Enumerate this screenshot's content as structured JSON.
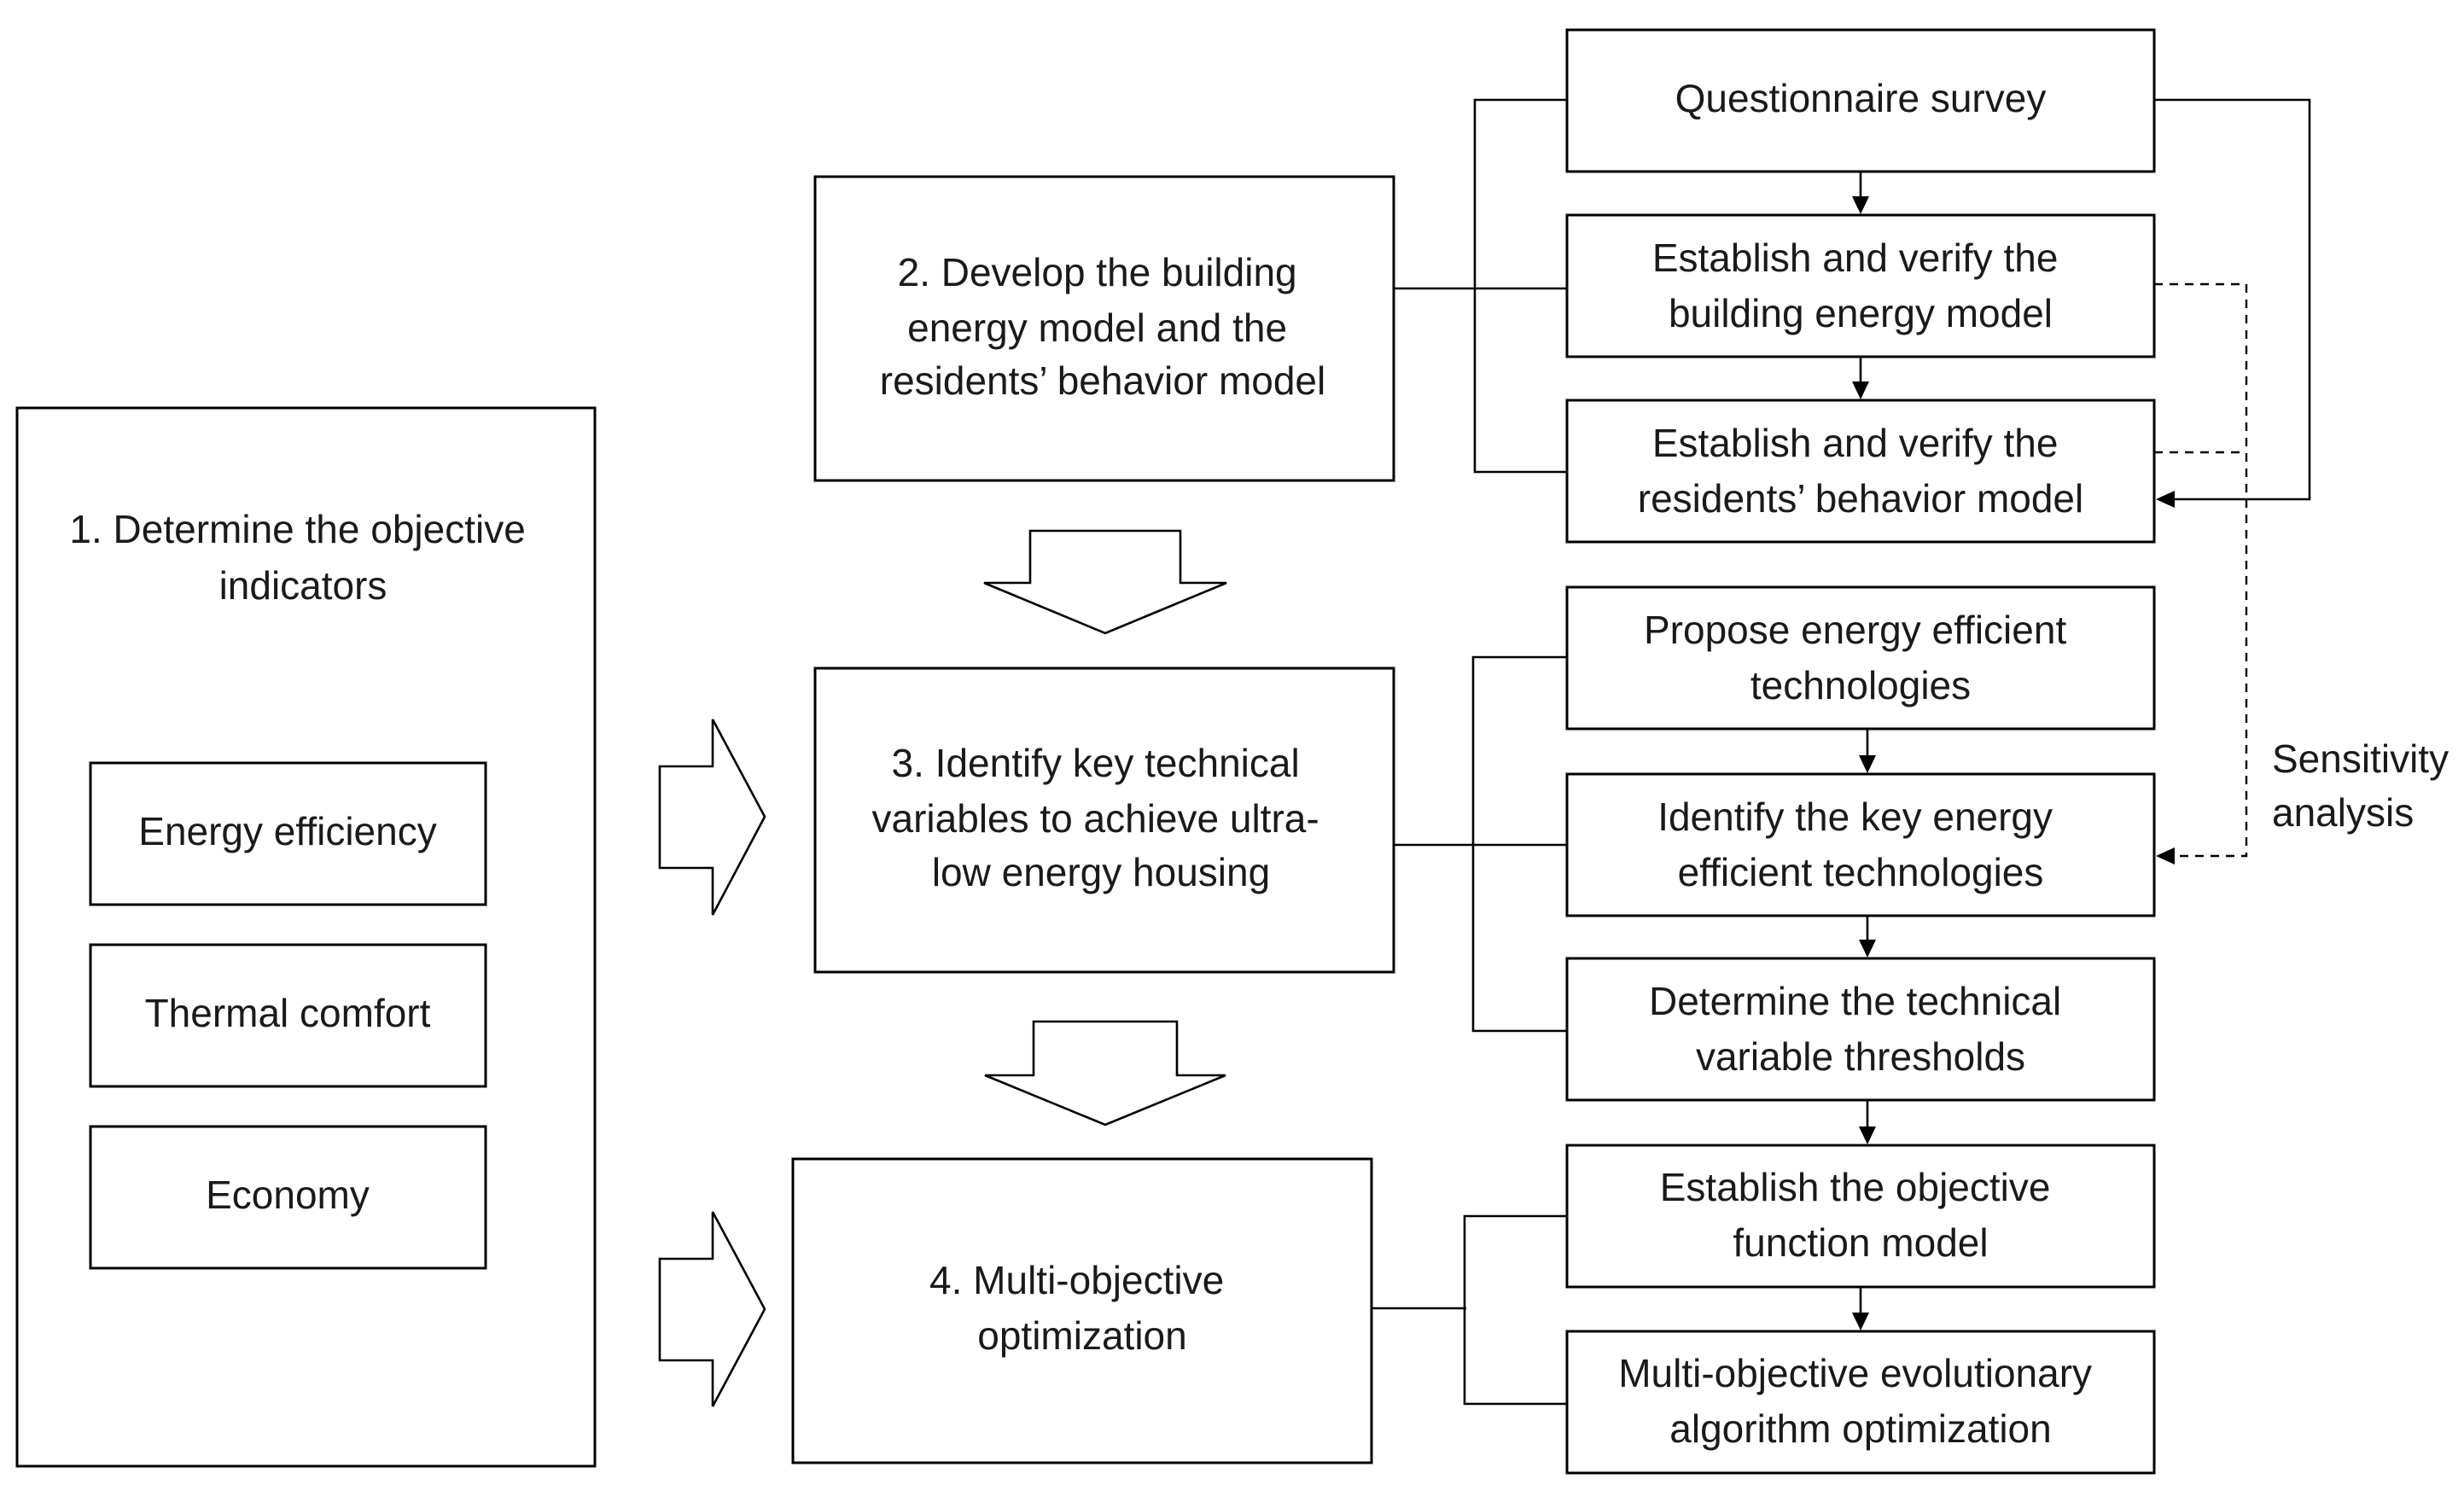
{
  "steps": {
    "s1": {
      "title_lines": [
        "1. Determine the objective",
        "indicators"
      ],
      "indicators": [
        "Energy efficiency",
        "Thermal comfort",
        "Economy"
      ]
    },
    "s2": {
      "lines": [
        "2. Develop the building",
        "energy model and the",
        "residents’ behavior model"
      ]
    },
    "s3": {
      "lines": [
        "3. Identify key technical",
        "variables to achieve ultra-",
        "low energy housing"
      ]
    },
    "s4": {
      "lines": [
        "4. Multi-objective",
        "optimization"
      ]
    }
  },
  "substeps": {
    "questionnaire": [
      "Questionnaire survey"
    ],
    "building_model": [
      "Establish and verify the",
      "building energy model"
    ],
    "behavior_model": [
      "Establish and verify the",
      "residents’ behavior model"
    ],
    "propose_tech": [
      "Propose energy efficient",
      "technologies"
    ],
    "identify_tech": [
      "Identify the key energy",
      "efficient technologies"
    ],
    "thresholds": [
      "Determine the technical",
      "variable thresholds"
    ],
    "objective_function": [
      "Establish the objective",
      "function model"
    ],
    "moea": [
      "Multi-objective evolutionary",
      "algorithm optimization"
    ]
  },
  "annotations": {
    "sensitivity": [
      "Sensitivity",
      "analysis"
    ]
  }
}
